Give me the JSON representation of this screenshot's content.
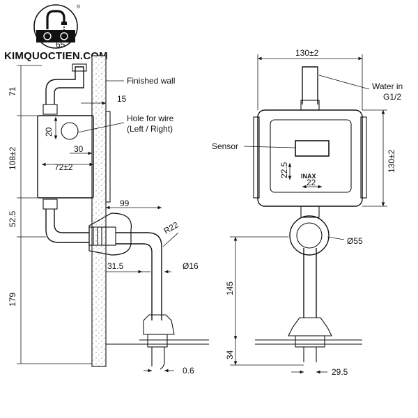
{
  "brand": {
    "name": "KIMQUOCTIEN.COM",
    "logo_icon": "faucet-logo-icon",
    "logo_mark": "®"
  },
  "labels": {
    "finished_wall": "Finished wall",
    "hole_for_wire_line1": "Hole for wire",
    "hole_for_wire_line2": "(Left / Right)",
    "water_in_line1": "Water in",
    "water_in_line2": "G1/2",
    "sensor": "Sensor",
    "brand_plate": "INAX"
  },
  "dimensions": {
    "side_top_width": "65",
    "side_inlet_height": "71",
    "wall_gap": "15",
    "hole_offset": "20",
    "hole_to_wall": "30",
    "body_width": "72±2",
    "body_height": "108±2",
    "outlet_height": "52.5",
    "projection": "99",
    "bend_radius": "R22",
    "nut_offset": "31.5",
    "pipe_dia": "Ø16",
    "drop_height": "179",
    "tail_offset": "0.6",
    "front_width": "130±2",
    "front_height": "130±2",
    "sensor_height": "22.5",
    "sensor_width": "22",
    "flange_dia": "Ø55",
    "front_drop": "145",
    "front_tail": "34",
    "front_spud": "29.5"
  }
}
